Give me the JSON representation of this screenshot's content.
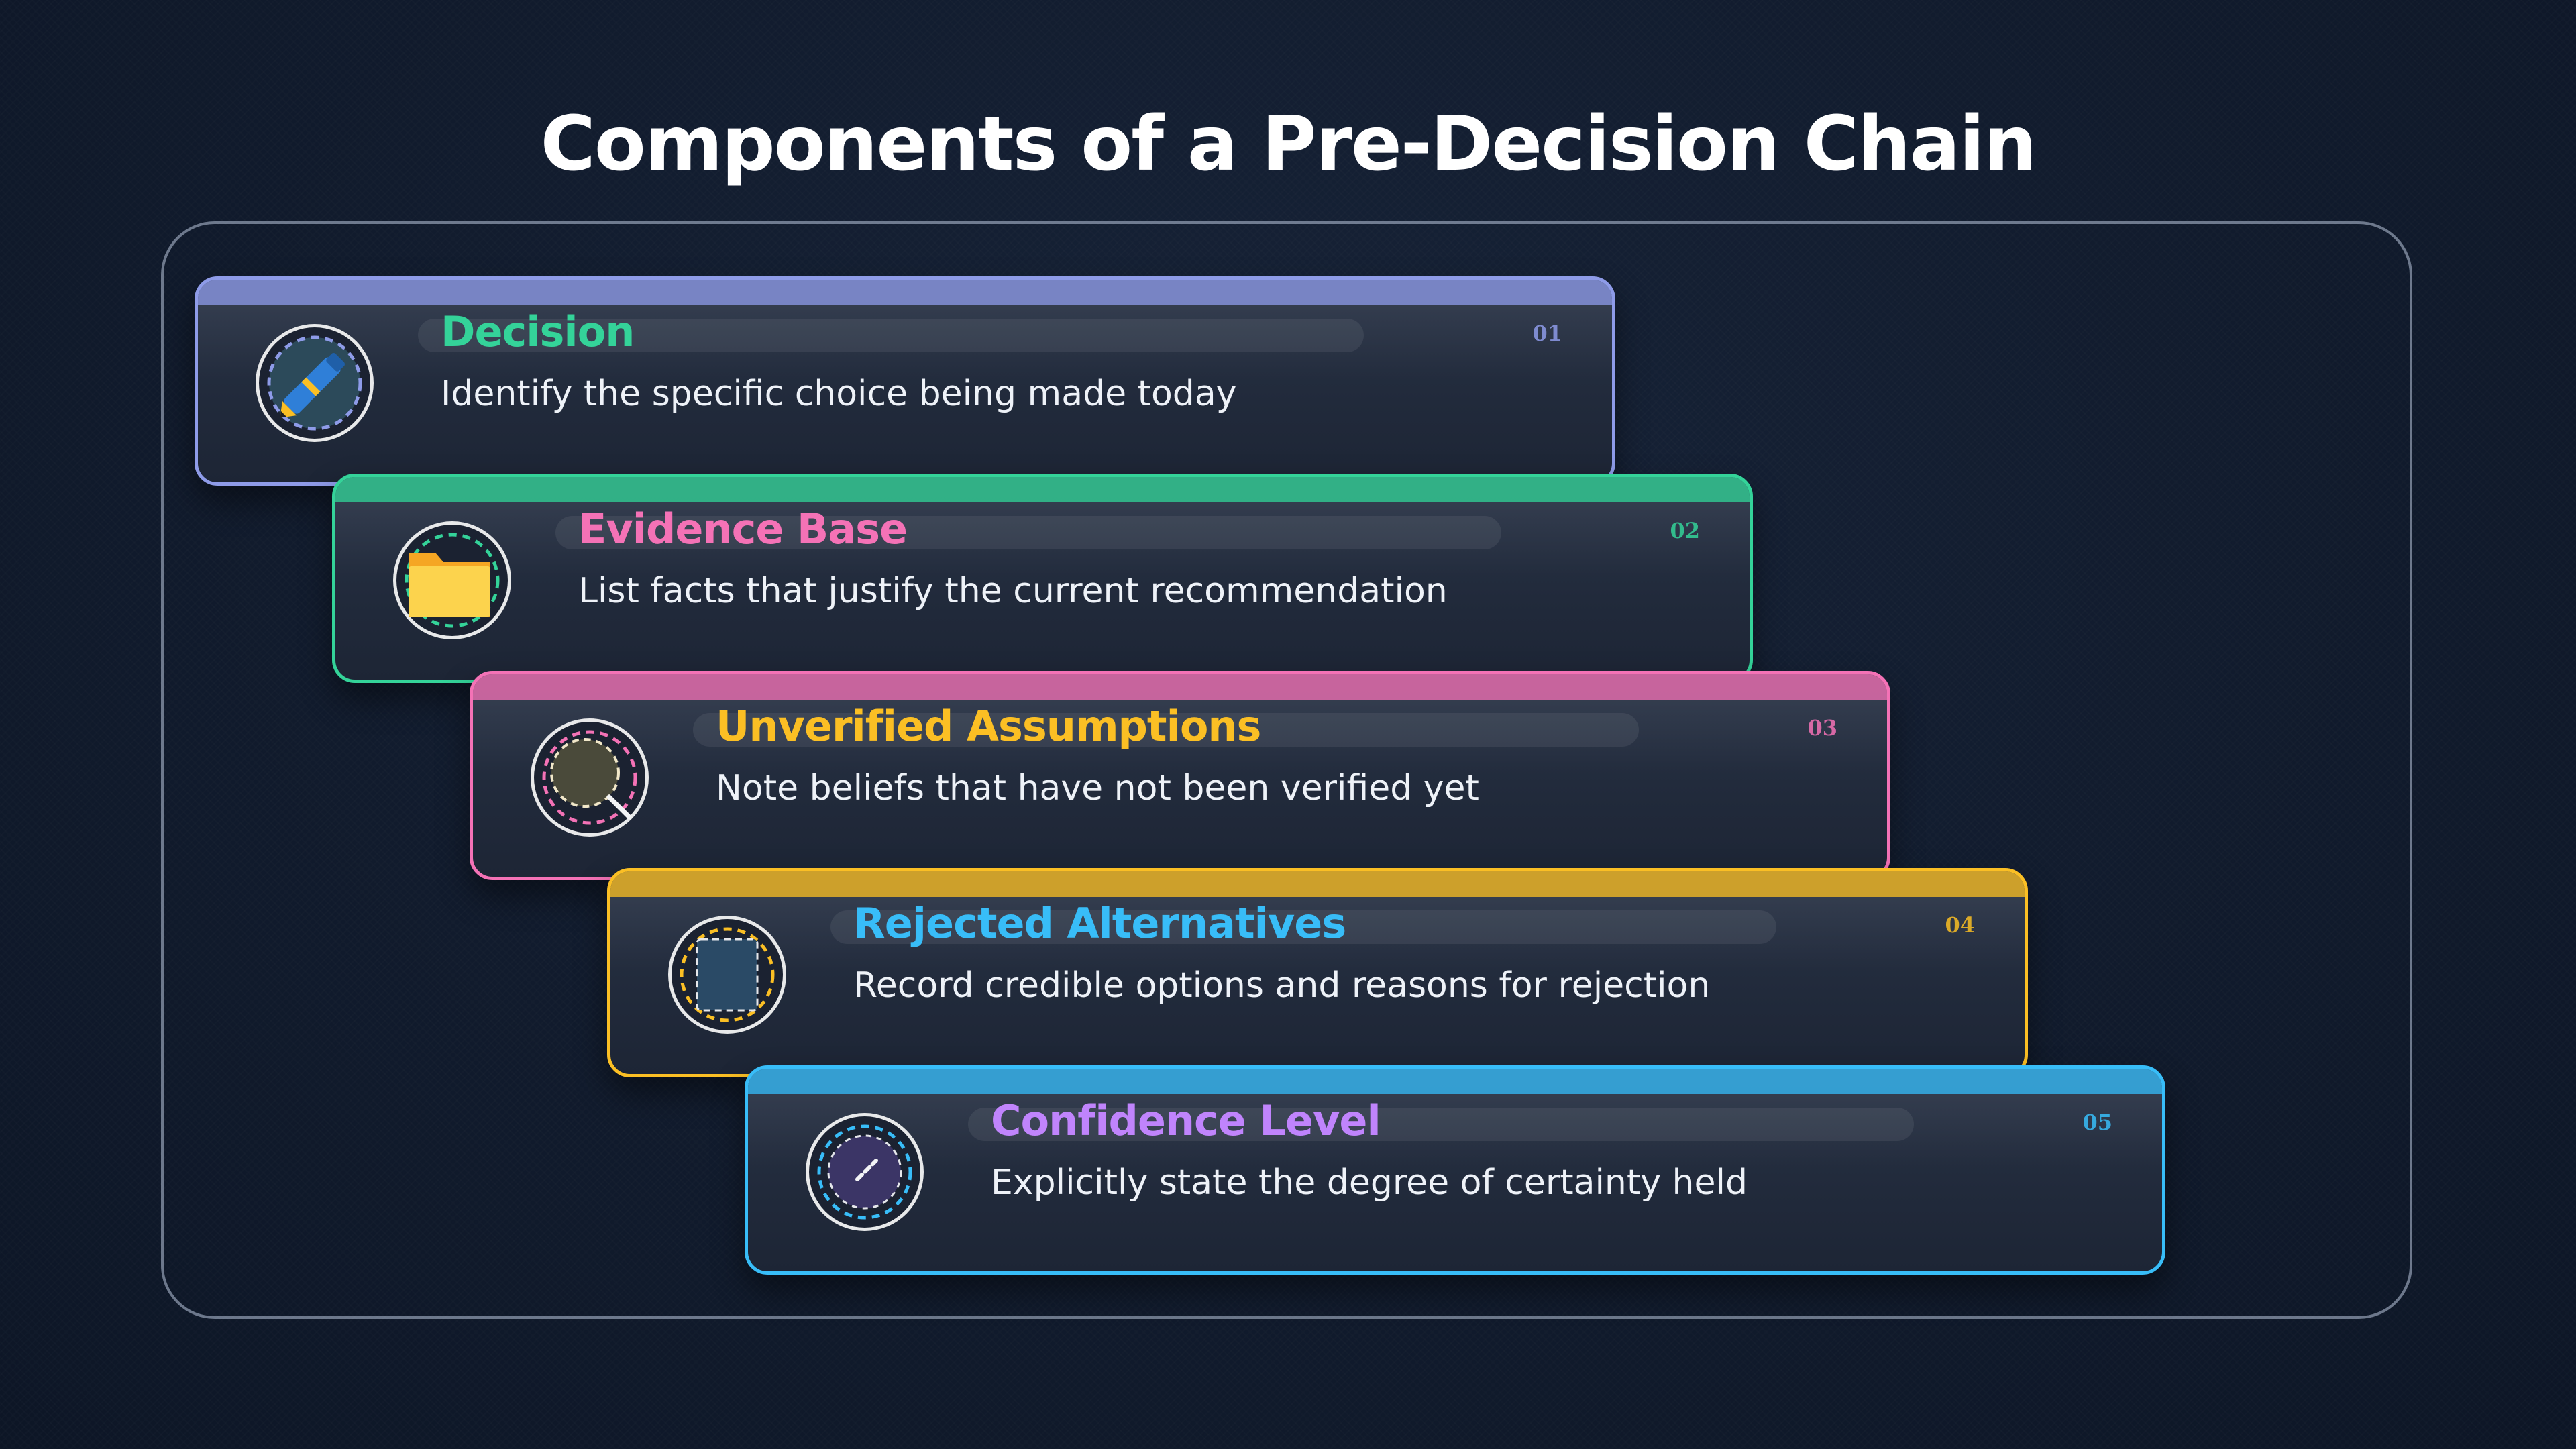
{
  "title": "Components of a Pre-Decision Chain",
  "steps": [
    {
      "number": "01",
      "title": "Decision",
      "description": "Identify the specific choice being made today",
      "icon": "pen-icon",
      "border_color": "#8e9be8",
      "title_color": "#34d399"
    },
    {
      "number": "02",
      "title": "Evidence Base",
      "description": "List facts that justify the current recommendation",
      "icon": "folder-icon",
      "border_color": "#34d399",
      "title_color": "#f472b6"
    },
    {
      "number": "03",
      "title": "Unverified Assumptions",
      "description": "Note beliefs that have not been verified yet",
      "icon": "magnifier-icon",
      "border_color": "#f472b6",
      "title_color": "#fbbf24"
    },
    {
      "number": "04",
      "title": "Rejected Alternatives",
      "description": "Record credible options and reasons for rejection",
      "icon": "document-icon",
      "border_color": "#fbbf24",
      "title_color": "#38bdf8"
    },
    {
      "number": "05",
      "title": "Confidence Level",
      "description": "Explicitly state the degree of certainty held",
      "icon": "gauge-icon",
      "border_color": "#38bdf8",
      "title_color": "#c084fc"
    }
  ]
}
